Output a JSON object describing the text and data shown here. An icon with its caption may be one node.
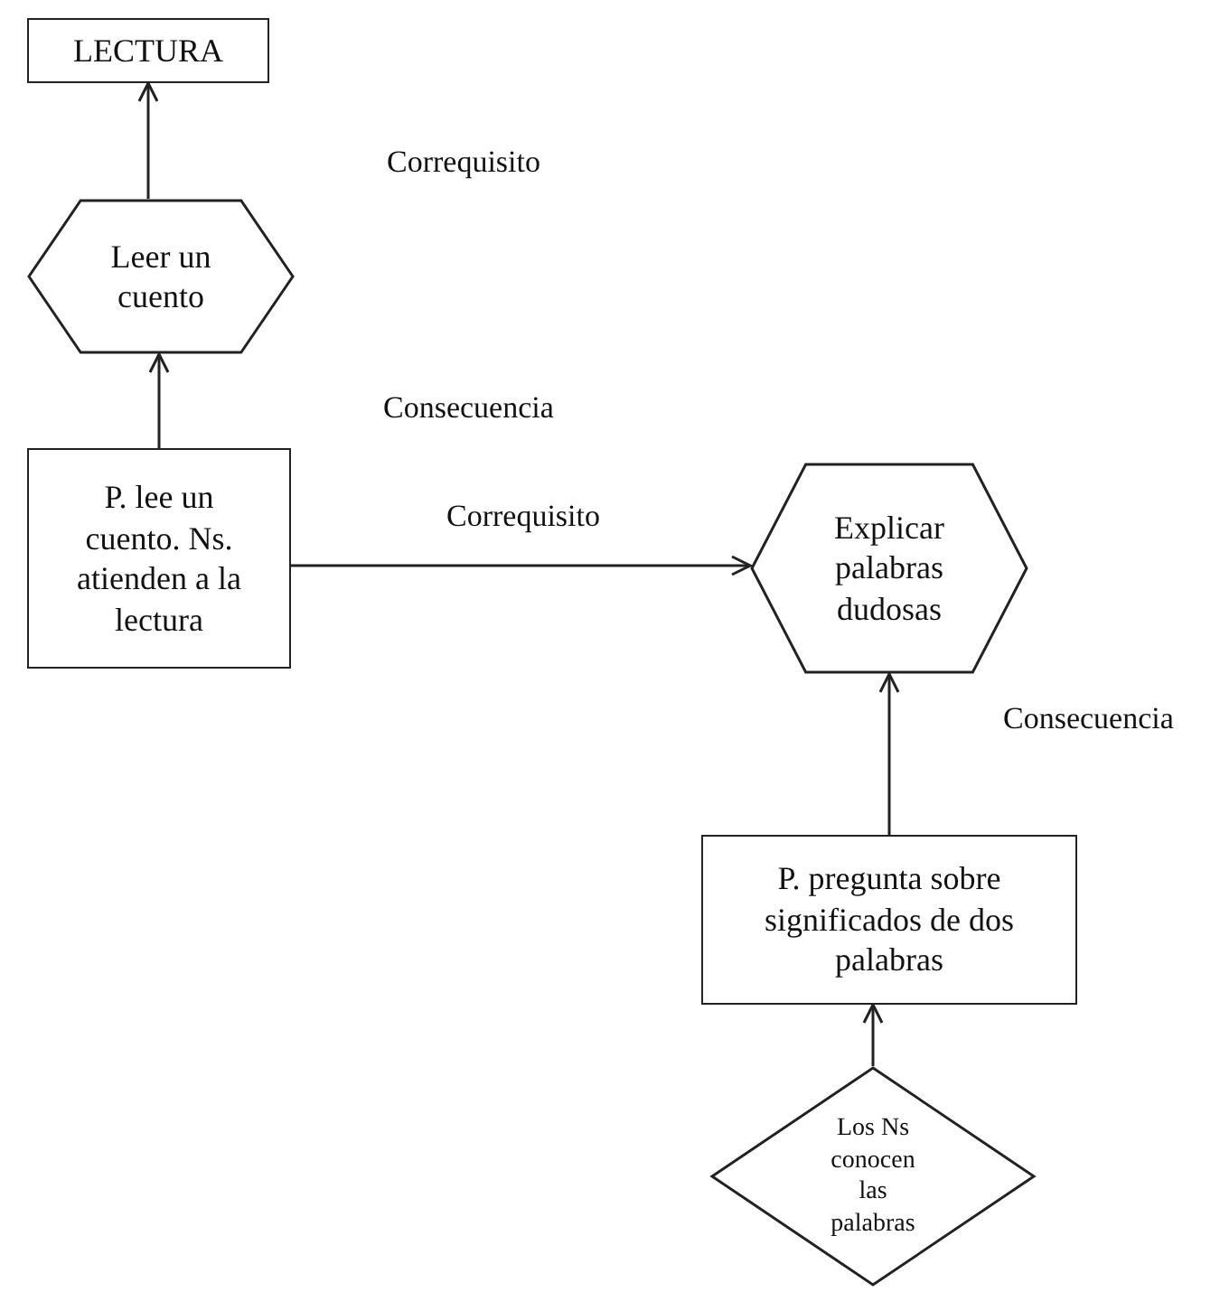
{
  "diagram": {
    "nodes": [
      {
        "text": [
          "LECTURA"
        ]
      },
      {
        "text": [
          "Leer un cuento"
        ]
      },
      {
        "text": [
          "P. lee un cuento. Ns. atienden a la lectura"
        ]
      },
      {
        "text": [
          "Explicar palabras dudosas"
        ]
      },
      {
        "text": [
          "P. pregunta sobre significados de dos palabras"
        ]
      },
      {
        "text": [
          "Los Ns conocen las palabras"
        ]
      }
    ],
    "edges": [
      {
        "from": 1,
        "to": 0,
        "arrow": "to"
      },
      {
        "from": 2,
        "to": 1,
        "arrow": "to"
      },
      {
        "from": 2,
        "to": 3,
        "arrow": "to",
        "label": "Correquisito"
      },
      {
        "from": 4,
        "to": 3,
        "arrow": "to"
      },
      {
        "from": 5,
        "to": 4,
        "arrow": "to"
      }
    ],
    "labels": [
      "Correquisito",
      "Consecuencia",
      "Consecuencia"
    ]
  }
}
